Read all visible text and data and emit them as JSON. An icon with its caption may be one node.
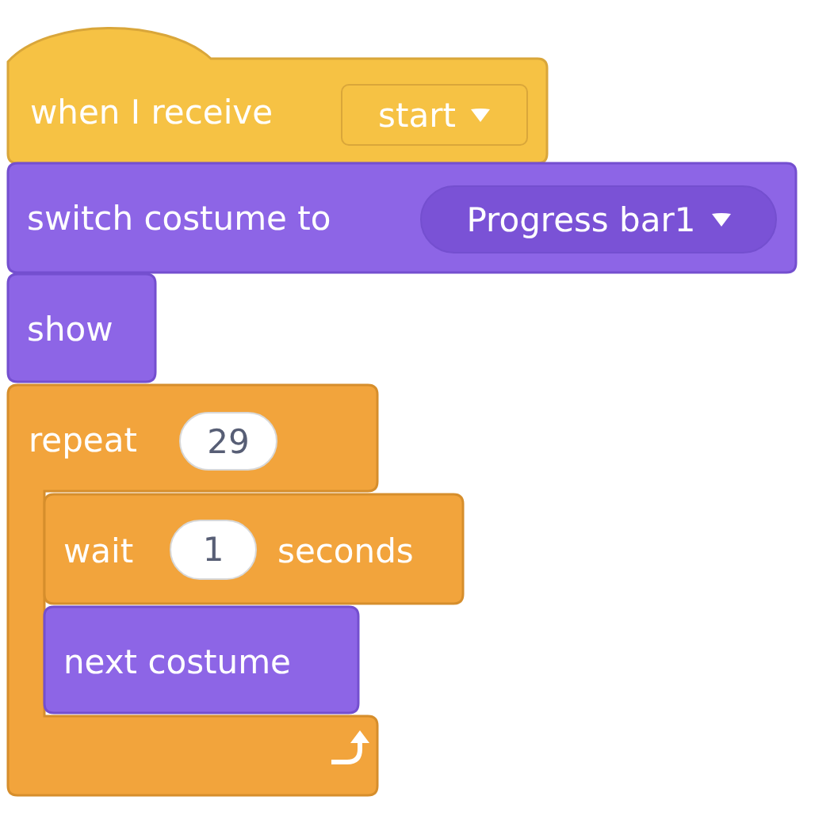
{
  "diagram": {
    "nodes": [
      {
        "text": [
          "when I receive"
        ]
      },
      {
        "text": [
          "start"
        ],
        "in": 0
      },
      {
        "text": [
          "switch costume to"
        ]
      },
      {
        "text": [
          "Progress bar1"
        ],
        "in": 2
      },
      {
        "text": [
          "show"
        ]
      },
      {
        "text": [
          "repeat"
        ]
      },
      {
        "text": [
          "29"
        ],
        "in": 5
      },
      {
        "text": [
          "wait",
          "seconds"
        ]
      },
      {
        "text": [
          "1"
        ],
        "in": 7
      },
      {
        "text": [
          "next costume"
        ],
        "in": 5
      }
    ],
    "edges": []
  }
}
